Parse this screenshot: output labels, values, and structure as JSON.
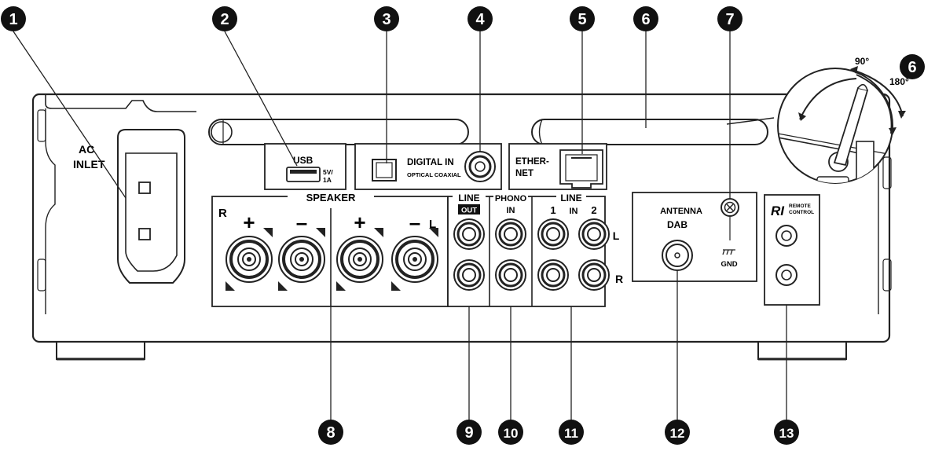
{
  "callouts": [
    "1",
    "2",
    "3",
    "4",
    "5",
    "6",
    "7",
    "8",
    "9",
    "10",
    "11",
    "12",
    "13",
    "6"
  ],
  "labels": {
    "ac_inlet_1": "AC",
    "ac_inlet_2": "INLET",
    "usb": "USB",
    "usb_rating_1": "5V/",
    "usb_rating_2": "1A",
    "digital_in": "DIGITAL IN",
    "optical_coaxial": "OPTICAL  COAXIAL",
    "ethernet_1": "ETHER-",
    "ethernet_2": "NET",
    "speaker": "SPEAKER",
    "speaker_r": "R",
    "speaker_l": "L",
    "plus": "+",
    "minus": "–",
    "line_out_line": "LINE",
    "line_out_out": "OUT",
    "phono": "PHONO",
    "phono_in": "IN",
    "line_in_line": "LINE",
    "line_in_1": "1",
    "line_in_in": "IN",
    "line_in_2": "2",
    "line_in_l": "L",
    "line_in_r": "R",
    "antenna": "ANTENNA",
    "dab": "DAB",
    "gnd": "GND",
    "ri": "RI",
    "remote_1": "REMOTE",
    "remote_2": "CONTROL",
    "angle_90": "90°",
    "angle_180": "180°"
  }
}
